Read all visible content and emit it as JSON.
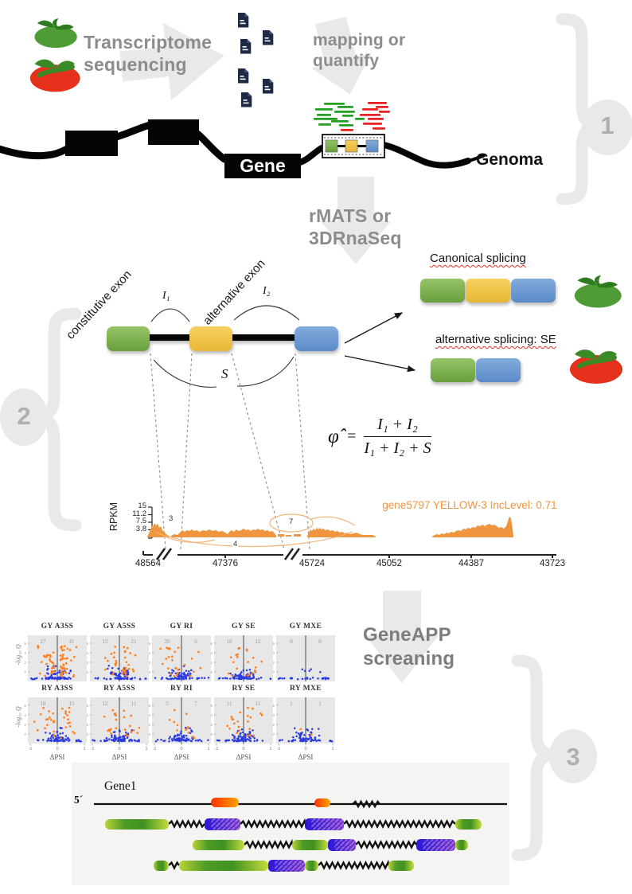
{
  "step1": {
    "badge": "1",
    "sequencing_label_line1": "Transcriptome",
    "sequencing_label_line2": "sequencing",
    "mapping_label_line1": "mapping or",
    "mapping_label_line2": "quantify",
    "gene_label": "Gene",
    "genome_label": "Genoma"
  },
  "step2": {
    "badge": "2",
    "tool_label_line1": "rMATS or",
    "tool_label_line2": "3DRnaSeq",
    "constitutive_exon_label": "constitutive exon",
    "alternative_exon_label": "alternative exon",
    "i1_label": "I₁",
    "i2_label": "I₂",
    "s_label": "S",
    "canonical_title": "Canonical splicing",
    "alternative_title": "alternative splicing: SE",
    "formula": {
      "lhs": "φ̂",
      "equals": "=",
      "numerator": "I₁ + I₂",
      "denominator": "I₁ + I₂ + S"
    }
  },
  "step3": {
    "badge": "3",
    "tool_label_line1": "GeneAPP",
    "tool_label_line2": "screaning",
    "isoform_gene_label": "Gene1",
    "five_prime_label": "5´"
  },
  "icons": {
    "green_sample": "green-tomato-icon",
    "red_sample": "red-tomato-icon",
    "reads_file": "document-icon",
    "flow_arrows": "arrow-icon",
    "step_braces": "curly-brace-icon"
  },
  "colors": {
    "gray_label": "#8c8c8c",
    "arrow_gray": "#e9e9e9",
    "doc_navy": "#1e2a45",
    "exon_green": "#6da13e",
    "exon_yellow": "#e9b93a",
    "exon_blue": "#5b8cc9",
    "coverage_orange": "#f0953f",
    "scatter_orange": "#ff7f1e",
    "scatter_blue": "#2a3bdf",
    "read_green": "#22a022",
    "read_red": "#e82020"
  },
  "chart_data": [
    {
      "type": "scatter",
      "title": "rMATS differential splicing volcano grid",
      "xlabel": "ΔPSI",
      "ylabel": "-log₁₀ Q",
      "xlim": [
        -1,
        1
      ],
      "xticks": [
        "-1",
        "0",
        "1"
      ],
      "legend_position": "none",
      "grid": false,
      "panels": [
        {
          "title": "GY A3SS",
          "neg_count": 27,
          "pos_count": 41
        },
        {
          "title": "GY A5SS",
          "neg_count": 13,
          "pos_count": 21
        },
        {
          "title": "GY RI",
          "neg_count": 20,
          "pos_count": 6
        },
        {
          "title": "GY SE",
          "neg_count": 10,
          "pos_count": 12
        },
        {
          "title": "GY MXE",
          "neg_count": 0,
          "pos_count": 0
        },
        {
          "title": "RY A3SS",
          "neg_count": 18,
          "pos_count": 15
        },
        {
          "title": "RY A5SS",
          "neg_count": 12,
          "pos_count": 11
        },
        {
          "title": "RY RI",
          "neg_count": 5,
          "pos_count": 7
        },
        {
          "title": "RY SE",
          "neg_count": 11,
          "pos_count": 11
        },
        {
          "title": "RY MXE",
          "neg_count": 1,
          "pos_count": 1
        }
      ]
    },
    {
      "type": "area",
      "title": "gene5797 YELLOW-3 IncLevel: 0.71",
      "ylabel": "RPKM",
      "yticks": [
        "15",
        "11.2",
        "7.5",
        "3.8"
      ],
      "xticks": [
        "48564",
        "47376",
        "45724",
        "45052",
        "44387",
        "43723"
      ],
      "junction_counts": [
        "3",
        "7",
        "4"
      ],
      "color": "#f0953f"
    }
  ]
}
